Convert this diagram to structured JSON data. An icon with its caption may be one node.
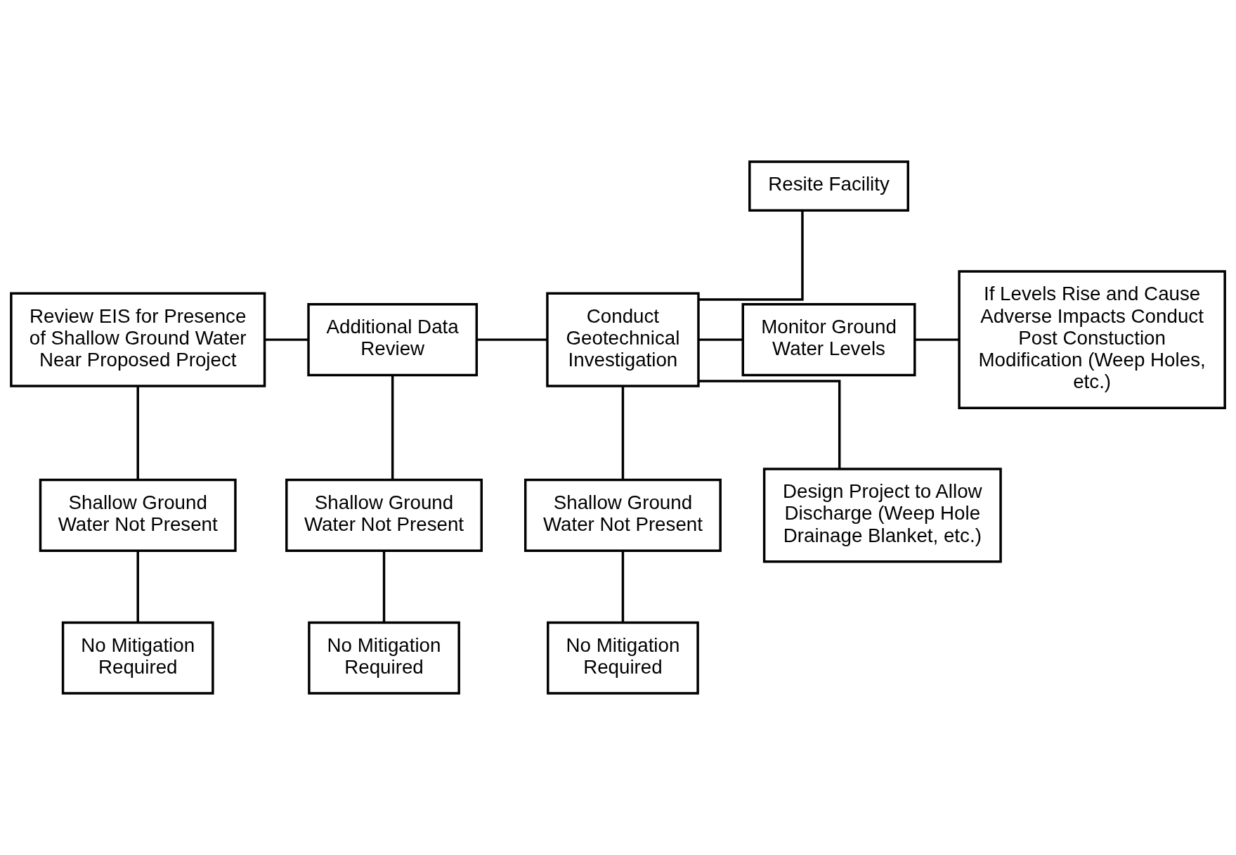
{
  "diagram": {
    "nodes": [
      {
        "text": [
          "Review EIS for Presence of Shallow Ground Water Near Proposed Project"
        ]
      },
      {
        "text": [
          "Additional Data Review"
        ]
      },
      {
        "text": [
          "Conduct Geotechnical Investigation"
        ]
      },
      {
        "text": [
          "Resite Facility"
        ]
      },
      {
        "text": [
          "Monitor Ground Water Levels"
        ]
      },
      {
        "text": [
          "If Levels Rise and Cause Adverse Impacts Conduct Post Constuction Modification (Weep Holes, etc.)"
        ]
      },
      {
        "text": [
          "Shallow Ground Water Not Present"
        ]
      },
      {
        "text": [
          "Shallow Ground Water Not Present"
        ]
      },
      {
        "text": [
          "Shallow Ground Water Not Present"
        ]
      },
      {
        "text": [
          "Design Project to Allow Discharge (Weep Hole Drainage Blanket, etc.)"
        ]
      },
      {
        "text": [
          "No Mitigation Required"
        ]
      },
      {
        "text": [
          "No Mitigation Required"
        ]
      },
      {
        "text": [
          "No Mitigation Required"
        ]
      }
    ],
    "edges": [
      {
        "from": 0,
        "to": 1,
        "arrow": "none"
      },
      {
        "from": 1,
        "to": 2,
        "arrow": "none"
      },
      {
        "from": 2,
        "to": 3,
        "arrow": "none"
      },
      {
        "from": 2,
        "to": 4,
        "arrow": "none"
      },
      {
        "from": 2,
        "to": 9,
        "arrow": "none"
      },
      {
        "from": 4,
        "to": 5,
        "arrow": "none"
      },
      {
        "from": 0,
        "to": 6,
        "arrow": "none"
      },
      {
        "from": 1,
        "to": 7,
        "arrow": "none"
      },
      {
        "from": 2,
        "to": 8,
        "arrow": "none"
      },
      {
        "from": 6,
        "to": 10,
        "arrow": "none"
      },
      {
        "from": 7,
        "to": 11,
        "arrow": "none"
      },
      {
        "from": 8,
        "to": 12,
        "arrow": "none"
      }
    ]
  }
}
